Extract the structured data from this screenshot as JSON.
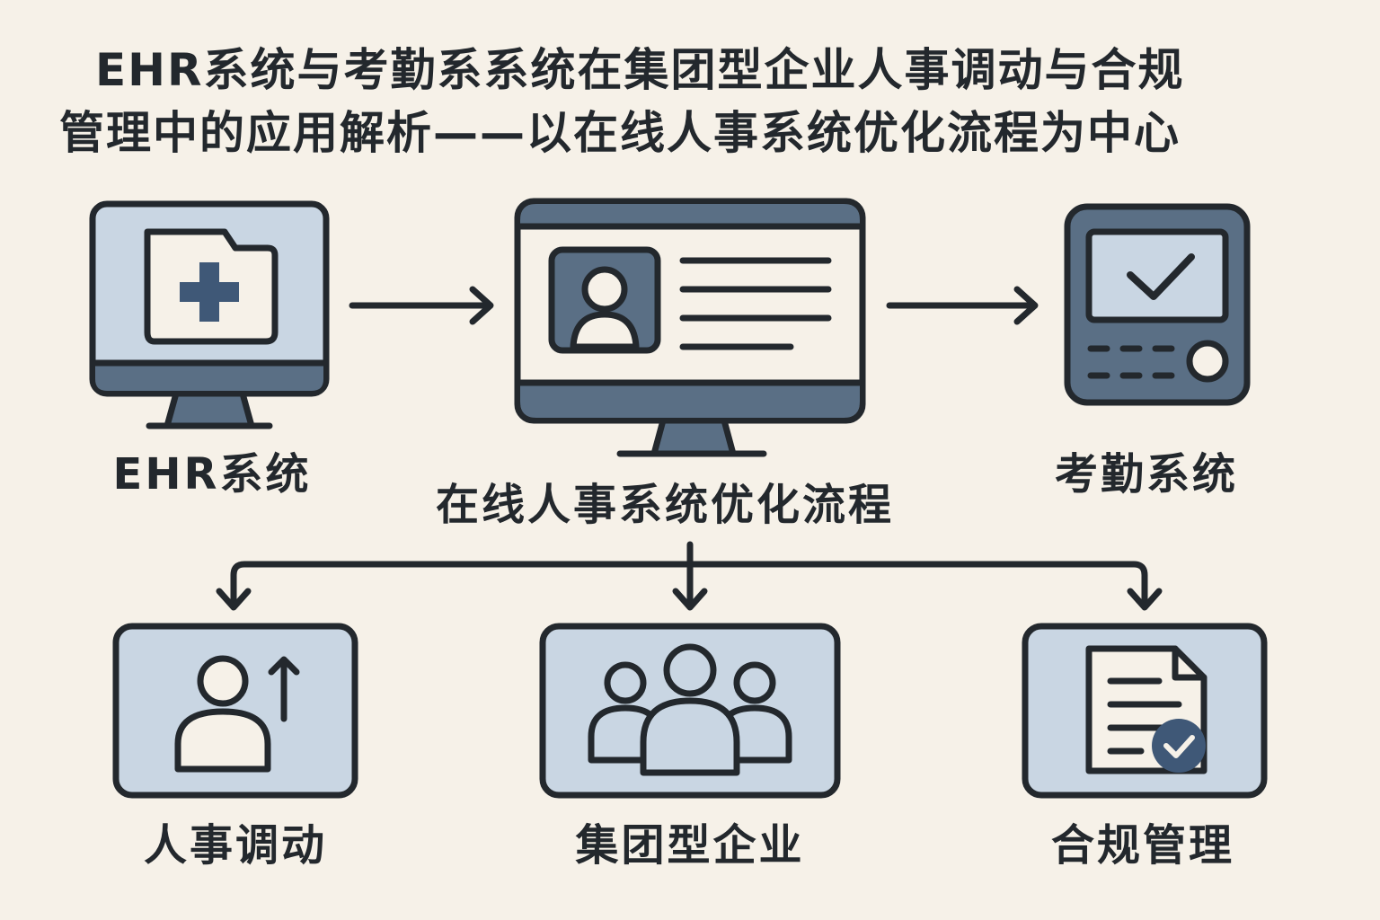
{
  "title": {
    "line1": "EHR系统与考勤系系统在集团型企业人事调动与合规",
    "line2": "管理中的应用解析——以在线人事系统优化流程为中心"
  },
  "nodes": {
    "ehr": {
      "label": "EHR系统",
      "icon": "medical-folder-monitor-icon"
    },
    "online_hr": {
      "label": "在线人事系统优化流程",
      "icon": "profile-card-monitor-icon"
    },
    "attendance": {
      "label": "考勤系统",
      "icon": "attendance-terminal-icon"
    },
    "transfer": {
      "label": "人事调动",
      "icon": "user-promotion-icon"
    },
    "group": {
      "label": "集团型企业",
      "icon": "group-people-icon"
    },
    "compliance": {
      "label": "合规管理",
      "icon": "compliance-document-icon"
    }
  },
  "colors": {
    "background": "#f6f1e8",
    "outline": "#23282d",
    "light_fill": "#c9d6e3",
    "dark_fill": "#5a6f85",
    "navy": "#3f5877"
  }
}
